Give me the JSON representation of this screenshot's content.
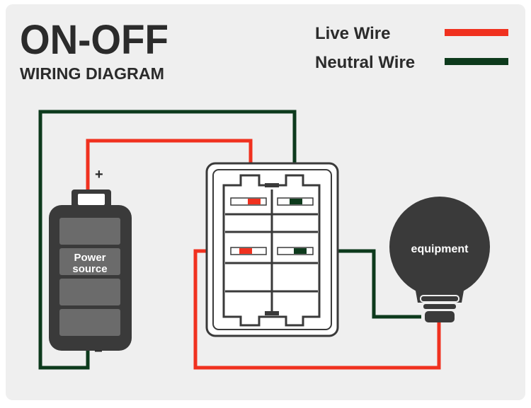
{
  "header": {
    "title": "ON-OFF",
    "subtitle": "WIRING DIAGRAM"
  },
  "legend": {
    "live_label": "Live Wire",
    "neutral_label": "Neutral Wire"
  },
  "battery": {
    "label_line1": "Power",
    "label_line2": "source",
    "plus_sign": "+",
    "minus_sign": "−"
  },
  "equipment": {
    "label": "equipment"
  },
  "colors": {
    "live": "#f0311f",
    "neutral": "#0d3a1c",
    "background": "#efefef",
    "dark": "#3a3a3a",
    "segment": "#6b6b6b"
  },
  "icons": {
    "battery": "battery-icon",
    "switch": "rocker-switch-icon",
    "bulb": "bulb-icon"
  }
}
